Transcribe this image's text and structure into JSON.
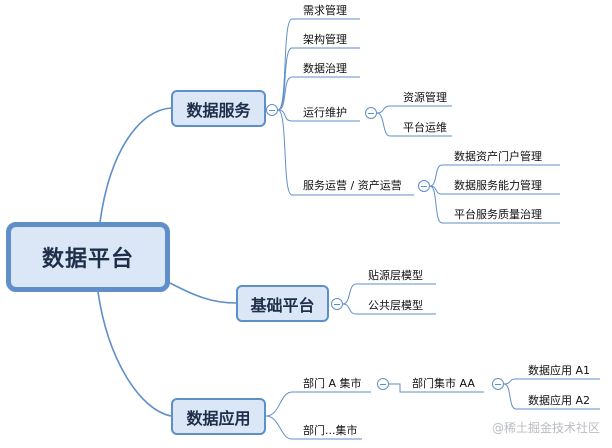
{
  "colors": {
    "node_fill": "#dbe6f6",
    "node_border": "#5f8fc8",
    "connector": "#5f8fc8",
    "text": "#111111",
    "watermark": "#b9bcc2"
  },
  "root": {
    "label": "数据平台"
  },
  "branches": [
    {
      "label": "数据服务",
      "children": [
        {
          "label": "需求管理"
        },
        {
          "label": "架构管理"
        },
        {
          "label": "数据治理"
        },
        {
          "label": "运行维护",
          "children": [
            {
              "label": "资源管理"
            },
            {
              "label": "平台运维"
            }
          ]
        },
        {
          "label": "服务运营 / 资产运营",
          "children": [
            {
              "label": "数据资产门户管理"
            },
            {
              "label": "数据服务能力管理"
            },
            {
              "label": "平台服务质量治理"
            }
          ]
        }
      ]
    },
    {
      "label": "基础平台",
      "children": [
        {
          "label": "贴源层模型"
        },
        {
          "label": "公共层模型"
        }
      ]
    },
    {
      "label": "数据应用",
      "children": [
        {
          "label": "部门 A 集市",
          "children": [
            {
              "label": "部门集市 AA",
              "children": [
                {
                  "label": "数据应用 A1"
                },
                {
                  "label": "数据应用 A2"
                }
              ]
            }
          ]
        },
        {
          "label": "部门...集市"
        }
      ]
    }
  ],
  "watermark": {
    "text": "@稀土掘金技术社区"
  }
}
